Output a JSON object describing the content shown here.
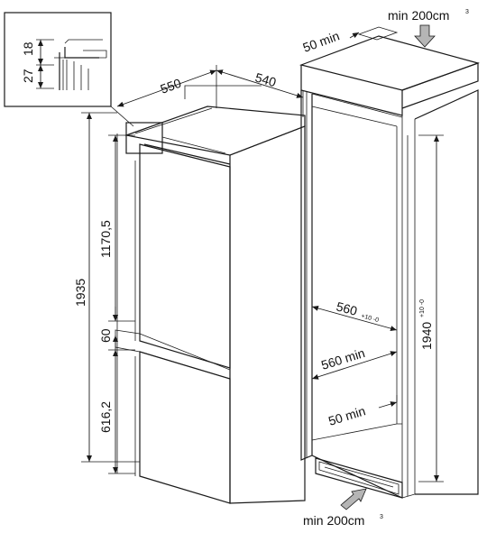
{
  "labels": {
    "min_air_top": "min 200cm",
    "min_air_top_sup": "3",
    "min_air_bottom": "min 200cm",
    "min_air_bottom_sup": "3",
    "top_gap": "50 min",
    "width_550": "550",
    "depth_540": "540",
    "height_1935": "1935",
    "height_1170": "1170,5",
    "gap_60": "60",
    "height_616": "616,2",
    "inset_18": "18",
    "inset_27": "27",
    "niche_560": "560",
    "niche_560_tol": "+10 -0",
    "niche_560_min": "560 min",
    "niche_1940": "1940",
    "niche_1940_tol": "+10 -0",
    "back_gap": "50 min"
  },
  "colors": {
    "line": "#1a1a1a",
    "arrow_fill": "#b5b5b5"
  }
}
